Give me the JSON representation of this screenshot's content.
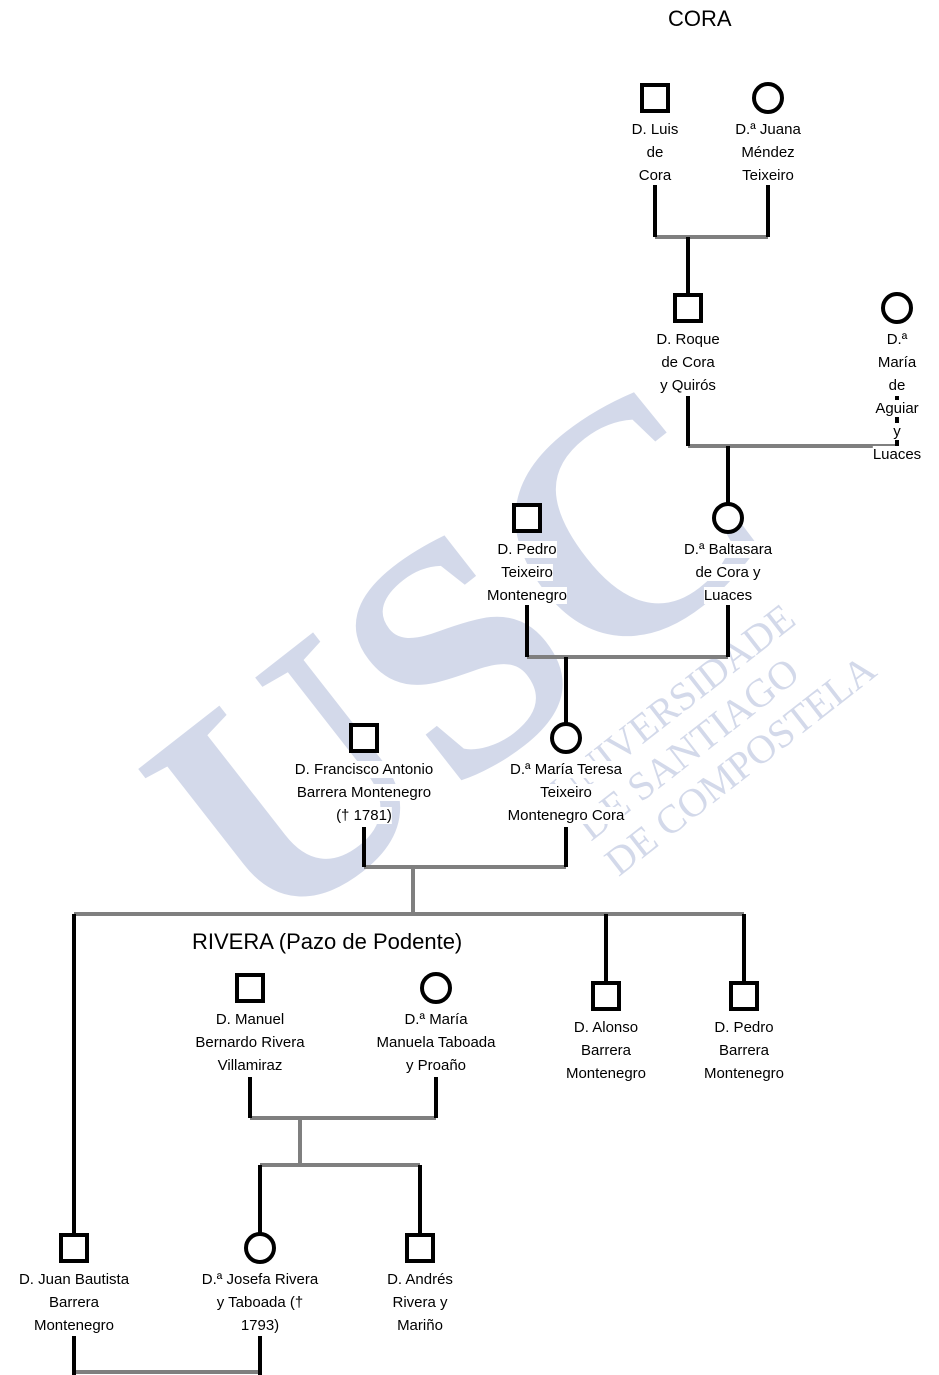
{
  "headings": {
    "cora": "CORA",
    "rivera": "RIVERA (Pazo de Podente)"
  },
  "watermark": {
    "logo": "USC",
    "line1": "UNIVERSIDADE",
    "line2": "DE SANTIAGO",
    "line3": "DE COMPOSTELA",
    "color": "#c5cde3"
  },
  "colors": {
    "line": "#000000",
    "connector": "#7f7f7f"
  },
  "people": {
    "luis": {
      "name": "D. Luis\nde\nCora",
      "sex": "male"
    },
    "juana": {
      "name": "D.ª Juana\nMéndez\nTeixeiro",
      "sex": "female"
    },
    "roque": {
      "name": "D. Roque\nde Cora\ny Quirós",
      "sex": "male"
    },
    "maria_aguiar": {
      "name": "D.ª María\nde Aguiar\ny Luaces",
      "sex": "female"
    },
    "pedro_teixeiro": {
      "name": "D. Pedro\nTeixeiro\nMontenegro",
      "sex": "male"
    },
    "baltasara": {
      "name": "D.ª Baltasara\nde Cora y\nLuaces",
      "sex": "female"
    },
    "francisco": {
      "name": "D. Francisco Antonio\nBarrera Montenegro\n(† 1781)",
      "sex": "male"
    },
    "maria_teresa": {
      "name": "D.ª María Teresa\nTeixeiro\nMontenegro Cora",
      "sex": "female"
    },
    "manuel": {
      "name": "D. Manuel\nBernardo Rivera\nVillamiraz",
      "sex": "male"
    },
    "maria_manuela": {
      "name": "D.ª María\nManuela Taboada\ny Proaño",
      "sex": "female"
    },
    "alonso": {
      "name": "D. Alonso\nBarrera\nMontenegro",
      "sex": "male"
    },
    "pedro_barrera": {
      "name": "D. Pedro\nBarrera\nMontenegro",
      "sex": "male"
    },
    "juan_bautista": {
      "name": "D. Juan Bautista\nBarrera\nMontenegro",
      "sex": "male"
    },
    "josefa": {
      "name": "D.ª Josefa Rivera\ny Taboada (†\n1793)",
      "sex": "female"
    },
    "andres": {
      "name": "D. Andrés\nRivera y\nMariño",
      "sex": "male"
    }
  }
}
